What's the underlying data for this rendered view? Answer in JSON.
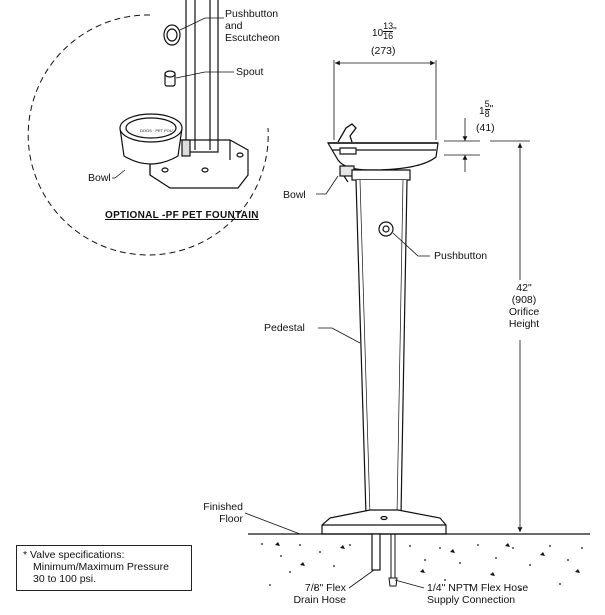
{
  "callouts": {
    "pushbutton_escutcheon_line1": "Pushbutton",
    "pushbutton_escutcheon_line2": "and",
    "pushbutton_escutcheon_line3": "Escutcheon",
    "spout": "Spout",
    "bowl_detail": "Bowl",
    "optional_title": "OPTIONAL -PF PET FOUNTAIN",
    "bowl_main": "Bowl",
    "pushbutton": "Pushbutton",
    "pedestal": "Pedestal",
    "finished_floor_line1": "Finished",
    "finished_floor_line2": "Floor",
    "drain_hose_line1": "7/8\" Flex",
    "drain_hose_line2": "Drain Hose",
    "supply_line1": "1/4\" NPTM Flex Hose",
    "supply_line2": "Supply Connection"
  },
  "dimensions": {
    "bowl_width_whole": "10",
    "bowl_width_num": "13",
    "bowl_width_den": "16",
    "bowl_width_unit": "\"",
    "bowl_width_mm": "(273)",
    "bubbler_height_whole": "1",
    "bubbler_height_num": "5",
    "bubbler_height_den": "8",
    "bubbler_height_unit": "\"",
    "bubbler_height_mm": "(41)",
    "orifice_height_in": "42\"",
    "orifice_height_mm": "(908)",
    "orifice_height_label1": "Orifice",
    "orifice_height_label2": "Height"
  },
  "note": {
    "line1": "* Valve specifications:",
    "line2": "Minimum/Maximum Pressure",
    "line3": "30 to 100 psi."
  }
}
